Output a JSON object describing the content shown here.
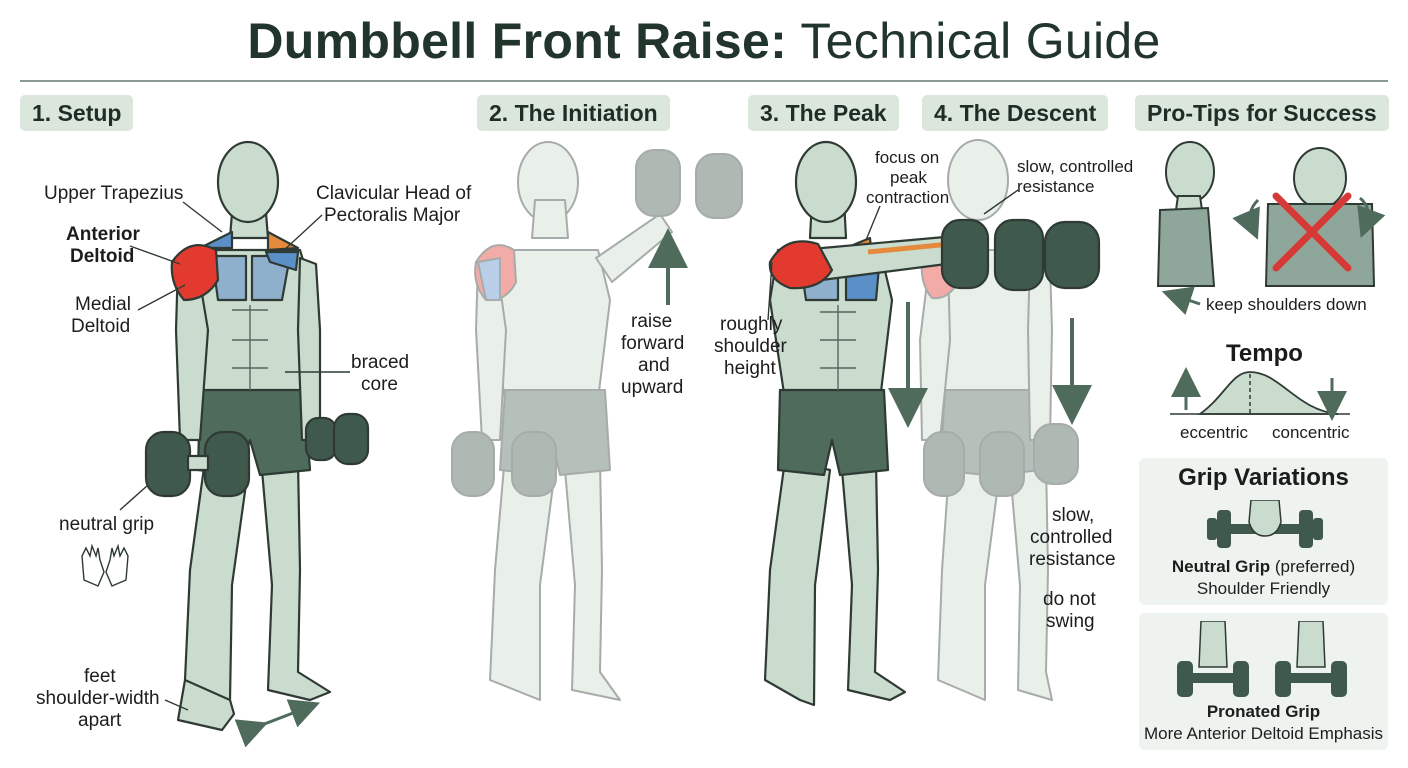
{
  "title": {
    "bold": "Dumbbell Front Raise:",
    "regular": "Technical Guide"
  },
  "steps": [
    "1. Setup",
    "2. The Initiation",
    "3. The Peak",
    "4. The Descent",
    "Pro-Tips for Success"
  ],
  "setup_labels": {
    "upper_trapezius": "Upper Trapezius",
    "anterior_deltoid_1": "Anterior",
    "anterior_deltoid_2": "Deltoid",
    "medial_deltoid_1": "Medial",
    "medial_deltoid_2": "Deltoid",
    "clavicular_1": "Clavicular Head of",
    "clavicular_2": "Pectoralis Major",
    "braced_core_1": "braced",
    "braced_core_2": "core",
    "neutral_grip": "neutral grip",
    "feet_1": "feet",
    "feet_2": "shoulder-width",
    "feet_3": "apart"
  },
  "initiation_labels": {
    "l1": "raise",
    "l2": "forward",
    "l3": "and",
    "l4": "upward"
  },
  "peak_labels": {
    "focus_1": "focus on",
    "focus_2": "peak",
    "focus_3": "contraction",
    "height_1": "roughly",
    "height_2": "shoulder",
    "height_3": "height"
  },
  "descent_labels": {
    "top_1": "slow, controlled",
    "top_2": "resistance",
    "mid_1": "slow,",
    "mid_2": "controlled",
    "mid_3": "resistance",
    "swing_1": "do not",
    "swing_2": "swing"
  },
  "pro_tips": {
    "shoulders": "keep shoulders down",
    "tempo_title": "Tempo",
    "eccentric": "eccentric",
    "concentric": "concentric",
    "grip_title": "Grip Variations",
    "neutral_name": "Neutral Grip",
    "neutral_note": "(preferred)",
    "neutral_sub": "Shoulder Friendly",
    "pronated_name": "Pronated Grip",
    "pronated_sub": "More Anterior Deltoid Emphasis"
  },
  "colors": {
    "title": "#22352c",
    "step_bg": "#dbe7dc",
    "skin": "#c9dccd",
    "skin_outline": "#2f3a34",
    "shorts": "#4e6b5b",
    "dumbbell": "#3f5a4c",
    "deltoid": "#e23a2e",
    "pec": "#5b8fc7",
    "trap": "#e58a3c",
    "arrow": "#4f6b5c",
    "card": "#eef3ef"
  }
}
